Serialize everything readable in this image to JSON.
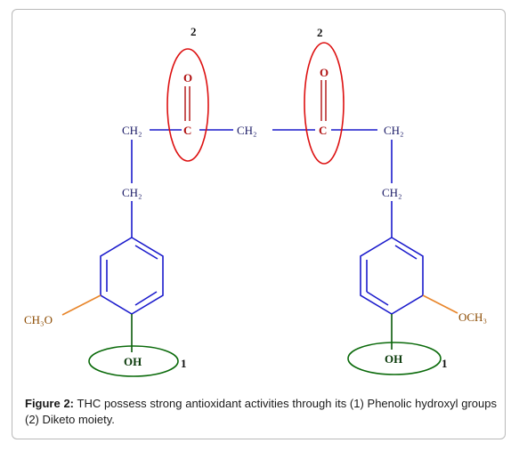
{
  "diagram": {
    "labels": {
      "moiety_number_left": "2",
      "moiety_number_right": "2",
      "oxygen_left": "O",
      "oxygen_right": "O",
      "carbonyl_c_left": "C",
      "carbonyl_c_right": "C",
      "ch2_upper_left": "CH₂",
      "ch2_middle": "CH₂",
      "ch2_upper_right": "CH₂",
      "ch2_lower_left": "CH₂",
      "ch2_lower_right": "CH₂",
      "methoxy_left": "CH₃O",
      "methoxy_right": "OCH₃",
      "hydroxyl_left": "OH",
      "hydroxyl_right": "OH",
      "phenolic_number_left": "1",
      "phenolic_number_right": "1"
    },
    "colors": {
      "chain": "#1a1acc",
      "carbonyl": "#b01010",
      "methoxy": "#e8852a",
      "methoxy_text": "#8b4a00",
      "hydroxyl": "#0a5a0a",
      "ellipse_red": "#dd1111",
      "ellipse_green": "#0a6a0a"
    }
  },
  "caption": {
    "figure_label": "Figure 2:",
    "text": " THC possess strong antioxidant activities through its (1) Phenolic hydroxyl groups (2) Diketo moiety."
  }
}
